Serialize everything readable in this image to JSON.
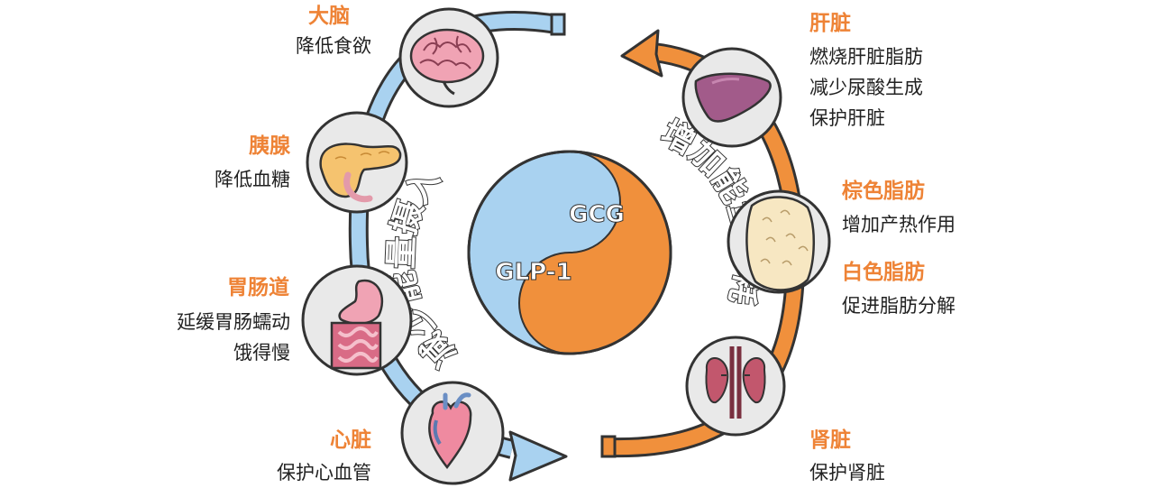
{
  "center": {
    "glp1_label": "GLP-1",
    "gcg_label": "GCG",
    "left_arc_text": "减少能量摄入",
    "right_arc_text": "增加能量消耗"
  },
  "colors": {
    "blue": "#a9d2f0",
    "blue_dark": "#3b6e95",
    "orange": "#f0903c",
    "orange_dark": "#b4561b",
    "title": "#ee8336",
    "text": "#222222"
  },
  "left_organs": [
    {
      "title": "大脑",
      "lines": [
        "降低食欲"
      ],
      "icon": "brain-icon"
    },
    {
      "title": "胰腺",
      "lines": [
        "降低血糖"
      ],
      "icon": "pancreas-icon"
    },
    {
      "title": "胃肠道",
      "lines": [
        "延缓胃肠蠕动",
        "饿得慢"
      ],
      "icon": "stomach-intestine-icon"
    },
    {
      "title": "心脏",
      "lines": [
        "保护心血管"
      ],
      "icon": "heart-icon"
    }
  ],
  "right_organs": [
    {
      "title": "肝脏",
      "lines": [
        "燃烧肝脏脂肪",
        "减少尿酸生成",
        "保护肝脏"
      ],
      "icon": "liver-icon"
    },
    {
      "title": "棕色脂肪",
      "lines": [
        "增加产热作用"
      ],
      "icon": "fat-tissue-icon"
    },
    {
      "title": "白色脂肪",
      "lines": [
        "促进脂肪分解"
      ]
    },
    {
      "title": "肾脏",
      "lines": [
        "保护肾脏"
      ],
      "icon": "kidney-icon"
    }
  ]
}
